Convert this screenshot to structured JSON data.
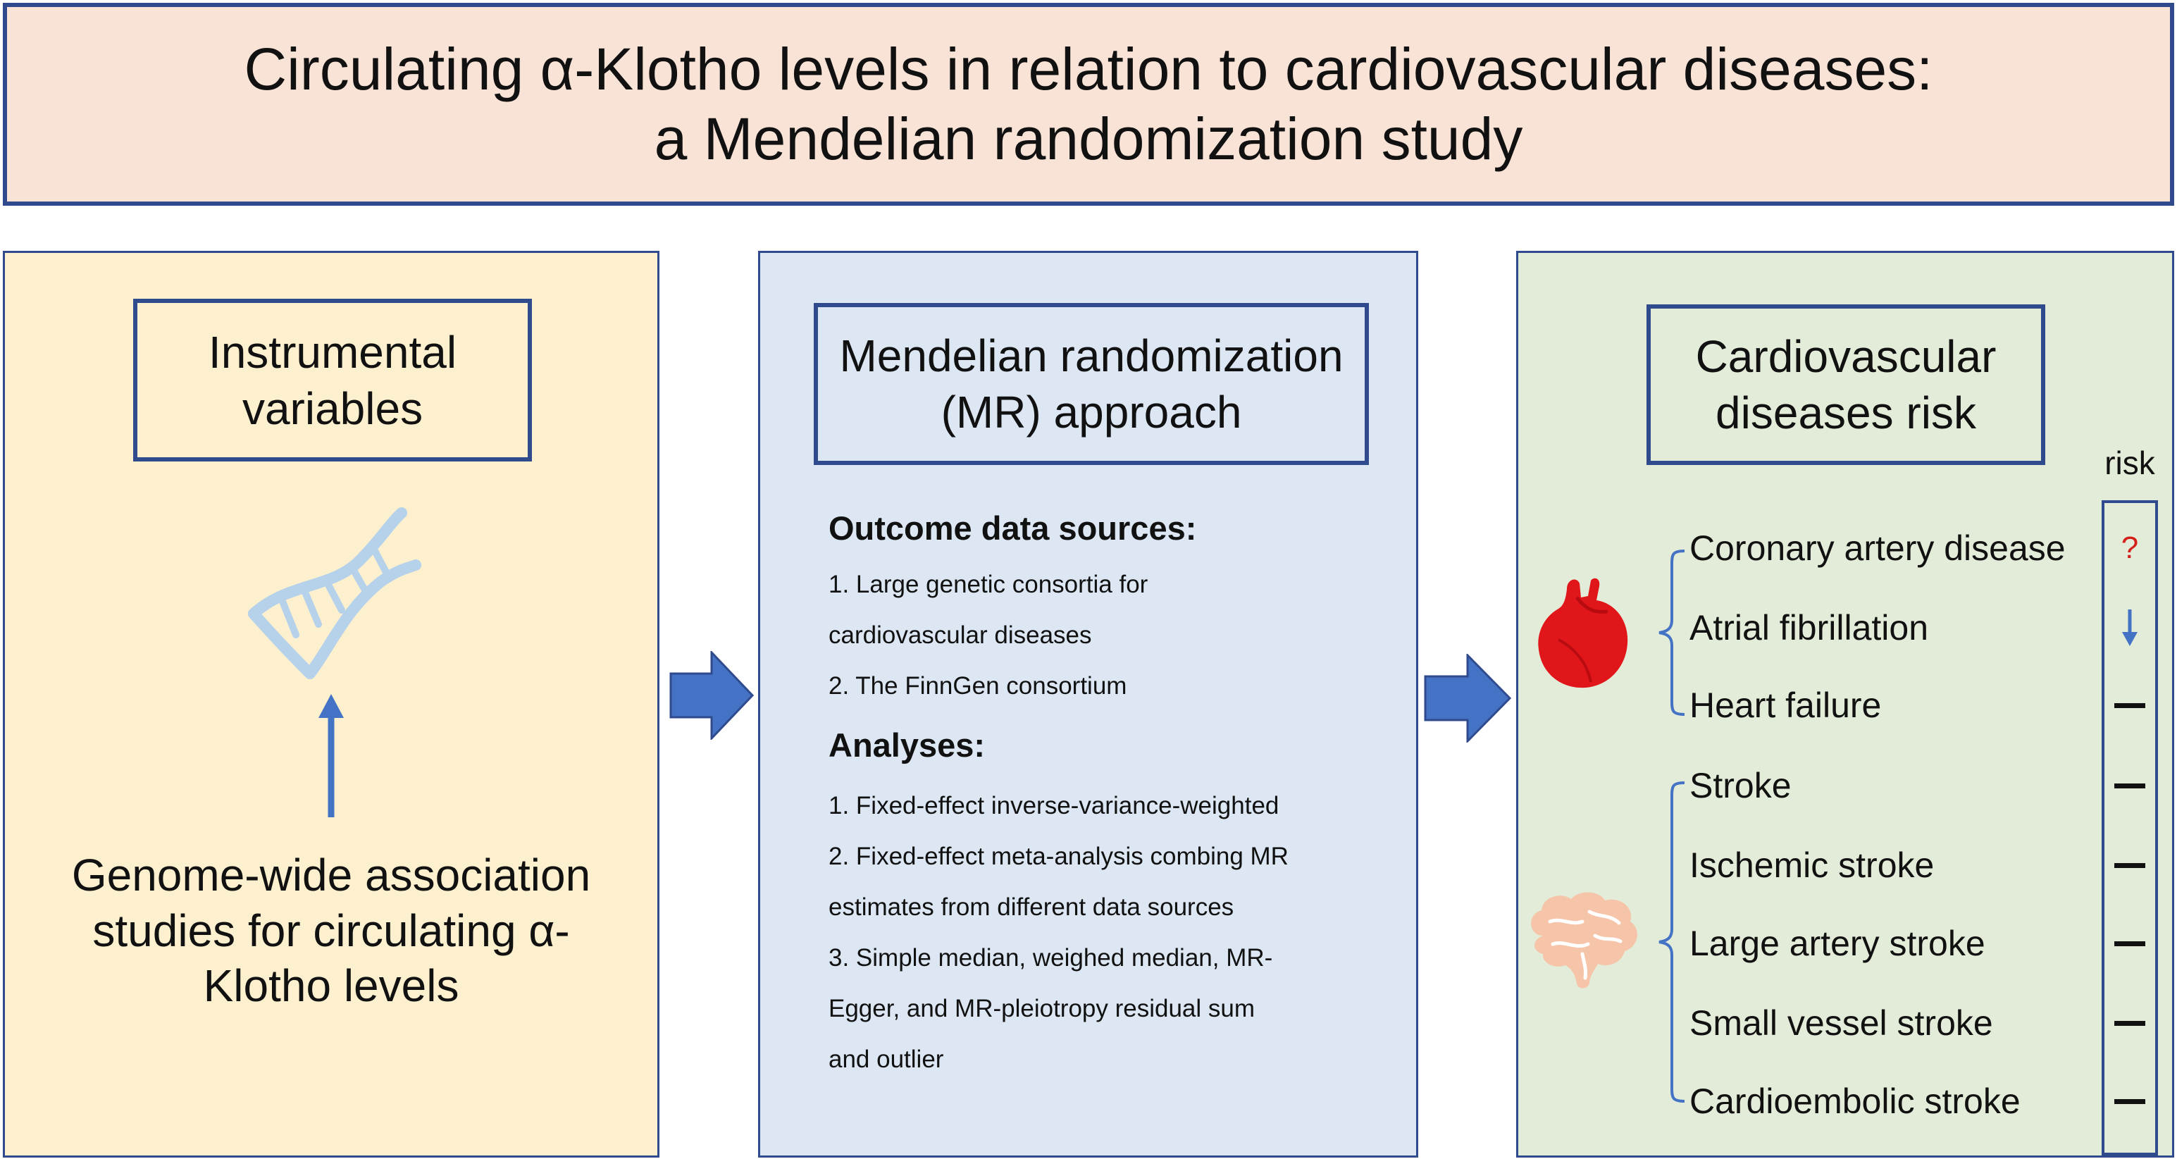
{
  "title": {
    "line1": "Circulating α-Klotho levels in relation to cardiovascular diseases:",
    "line2": "a Mendelian randomization study"
  },
  "instrumental_panel": {
    "heading_line1": "Instrumental",
    "heading_line2": "variables",
    "icon": "dna-icon",
    "source_line1": "Genome-wide association",
    "source_line2": "studies for circulating α-",
    "source_line3": "Klotho levels"
  },
  "mr_panel": {
    "heading_line1": "Mendelian randomization",
    "heading_line2": "(MR) approach",
    "outcome_heading": "Outcome data sources:",
    "outcome_lines": [
      "1. Large genetic consortia for",
      "cardiovascular diseases",
      "2. The FinnGen consortium"
    ],
    "analyses_heading": "Analyses:",
    "analyses_lines": [
      "1. Fixed-effect inverse-variance-weighted",
      "2. Fixed-effect meta-analysis combing MR",
      "estimates from different data sources",
      "3. Simple median, weighed median, MR-",
      "Egger, and MR-pleiotropy residual sum",
      "and outlier"
    ]
  },
  "cvd_panel": {
    "heading_line1": "Cardiovascular",
    "heading_line2": "diseases risk",
    "risk_label": "risk",
    "heart_group_icon": "heart-icon",
    "stroke_group_icon": "brain-icon",
    "diseases": [
      {
        "name": "Coronary artery disease",
        "risk": "?",
        "risk_icon": "question-mark"
      },
      {
        "name": "Atrial fibrillation",
        "risk": "",
        "risk_icon": "down-arrow-icon"
      },
      {
        "name": "Heart failure",
        "risk": "",
        "risk_icon": "dash-icon"
      },
      {
        "name": "Stroke",
        "risk": "",
        "risk_icon": "dash-icon"
      },
      {
        "name": "Ischemic stroke",
        "risk": "",
        "risk_icon": "dash-icon"
      },
      {
        "name": "Large artery stroke",
        "risk": "",
        "risk_icon": "dash-icon"
      },
      {
        "name": "Small vessel stroke",
        "risk": "",
        "risk_icon": "dash-icon"
      },
      {
        "name": "Cardioembolic stroke",
        "risk": "",
        "risk_icon": "dash-icon"
      }
    ]
  },
  "colors": {
    "border_blue": "#2f4b8e",
    "arrow_blue": "#4472c4",
    "title_bg": "#f8e3d6",
    "left_bg": "#fdf0cf",
    "mid_bg": "#dce7f3",
    "right_bg": "#e3ecd9",
    "heart_red": "#e0161b",
    "brain_peach": "#f6c4a8",
    "dna_blue": "#b6d1ea",
    "question_red": "#d3201b"
  }
}
